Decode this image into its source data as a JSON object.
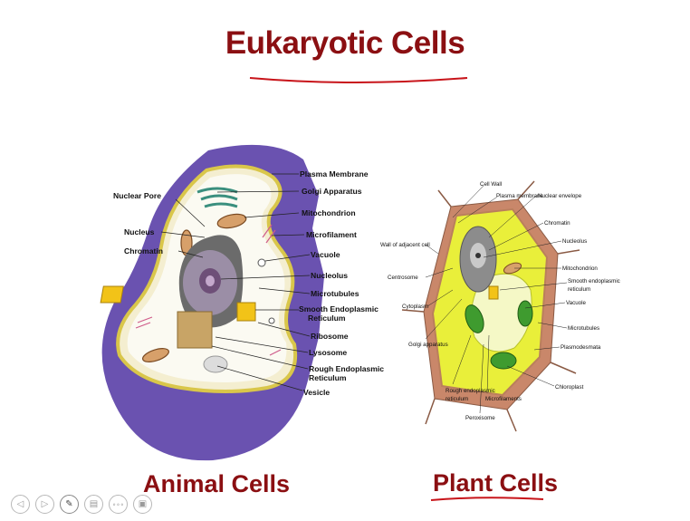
{
  "slide": {
    "corner_text": "",
    "title": "Eukaryotic Cells",
    "animal_caption": "Animal Cells",
    "plant_caption": "Plant Cells"
  },
  "colors": {
    "title": "#8b0f12",
    "underline": "#c8141a",
    "animal_outer": "#6a52b0",
    "animal_membrane": "#e8dc6a",
    "plant_wall": "#c9876a",
    "plant_cytoplasm": "#e9ef3a",
    "chloroplast": "#3f9b2f"
  },
  "animal_labels": {
    "plasma_membrane": "Plasma Membrane",
    "golgi_apparatus": "Golgi Apparatus",
    "mitochondrion": "Mitochondrion",
    "microfilament": "Microfilament",
    "vacuole": "Vacuole",
    "nucleolus": "Nucleolus",
    "microtubules": "Microtubules",
    "smooth_er_1": "Smooth Endoplasmic",
    "smooth_er_2": "Reticulum",
    "ribosome": "Ribosome",
    "lysosome": "Lysosome",
    "rough_er_1": "Rough Endoplasmic",
    "rough_er_2": "Reticulum",
    "vesicle": "Vesicle",
    "nuclear_pore": "Nuclear Pore",
    "nucleus": "Nucleus",
    "chromatin": "Chromatin"
  },
  "plant_labels": {
    "cell_wall": "Cell Wall",
    "plasma_membrane": "Plasma membrane",
    "nuclear_envelope": "Nuclear envelope",
    "chromatin": "Chromatin",
    "nucleolus": "Nucleolus",
    "wall_adjacent": "Wall of adjacent cell",
    "centrosome": "Centrosome",
    "cytoplasm": "Cytoplasm",
    "golgi": "Golgi apparatus",
    "mitochondrion": "Mitochondrion",
    "smooth_er_1": "Smooth endoplasmic",
    "smooth_er_2": "reticulum",
    "vacuole": "Vacuole",
    "microtubules": "Microtubules",
    "plasmodesmata": "Plasmodesmata",
    "chloroplast": "Chloroplast",
    "rough_er_1": "Rough endoplasmic",
    "rough_er_2": "reticulum",
    "microfilaments": "Microfilaments",
    "peroxisome": "Peroxisome"
  },
  "toolbar": {
    "prev_icon": "left-arrow-icon",
    "next_icon": "right-arrow-icon",
    "pen_icon": "pen-icon",
    "slides_icon": "slides-icon",
    "more_icon": "more-icon",
    "screen_icon": "screen-icon",
    "prev_glyph": "◁",
    "next_glyph": "▷",
    "pen_glyph": "✎",
    "slides_glyph": "▤",
    "more_glyph": "∘∘∘",
    "screen_glyph": "▣"
  }
}
